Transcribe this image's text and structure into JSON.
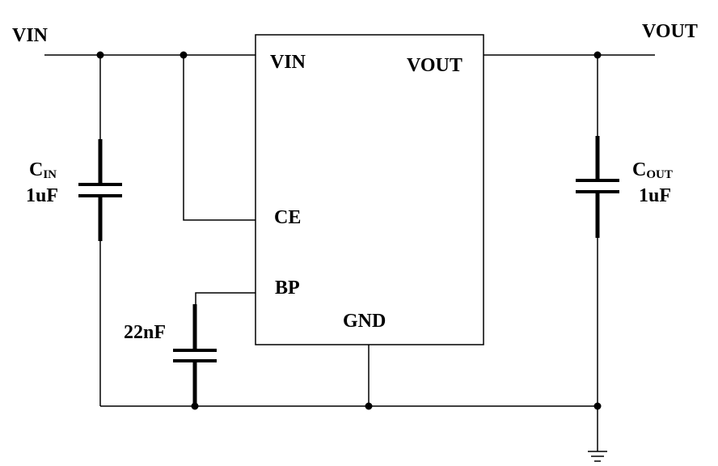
{
  "net_labels": {
    "vin": "VIN",
    "vout": "VOUT"
  },
  "ic": {
    "pins": {
      "vin": "VIN",
      "vout": "VOUT",
      "ce": "CE",
      "bp": "BP",
      "gnd": "GND"
    }
  },
  "components": {
    "cin": {
      "prefix": "C",
      "subscript": "IN",
      "value": "1uF"
    },
    "cout": {
      "prefix": "C",
      "subscript": "OUT",
      "value": "1uF"
    },
    "cbp": {
      "value": "22nF"
    }
  },
  "colors": {
    "wire": "#000000",
    "background": "#ffffff"
  }
}
